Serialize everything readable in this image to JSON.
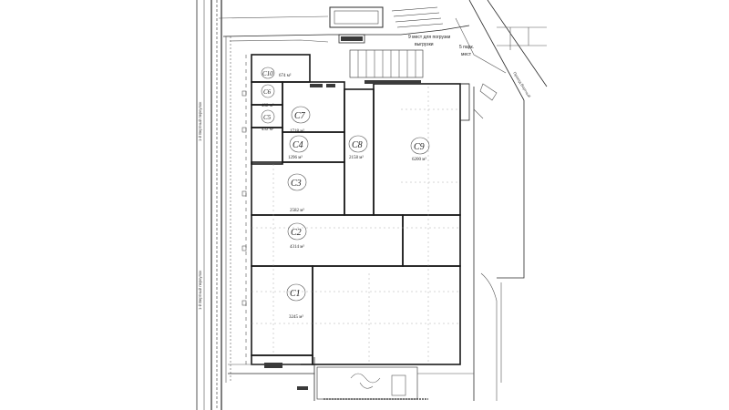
{
  "sections": [
    {
      "id": "c1",
      "label": "C1",
      "area": "3245 м²"
    },
    {
      "id": "c2",
      "label": "C2",
      "area": "4314 м²"
    },
    {
      "id": "c3",
      "label": "C3",
      "area": "2582 м²"
    },
    {
      "id": "c4",
      "label": "C4",
      "area": "1296 м²"
    },
    {
      "id": "c5",
      "label": "C5",
      "area": "432 м²"
    },
    {
      "id": "c6",
      "label": "C6",
      "area": "432 м²"
    },
    {
      "id": "c7",
      "label": "C7",
      "area": "1718 м²"
    },
    {
      "id": "c8",
      "label": "C8",
      "area": "2158 м²"
    },
    {
      "id": "c9",
      "label": "C9",
      "area": "6200 м²"
    },
    {
      "id": "c10",
      "label": "C10",
      "area": "674 м²"
    }
  ],
  "notes": {
    "loading_1": "9 мест для погрузки",
    "loading_2": "выгрузки",
    "parking_1": "5 парк.",
    "parking_2": "мест"
  },
  "street_labels": {
    "left_top": "1-й Вертный переулок",
    "left_bottom": "1-й Вертный переулок",
    "right_top": "Проезд Вертный"
  }
}
